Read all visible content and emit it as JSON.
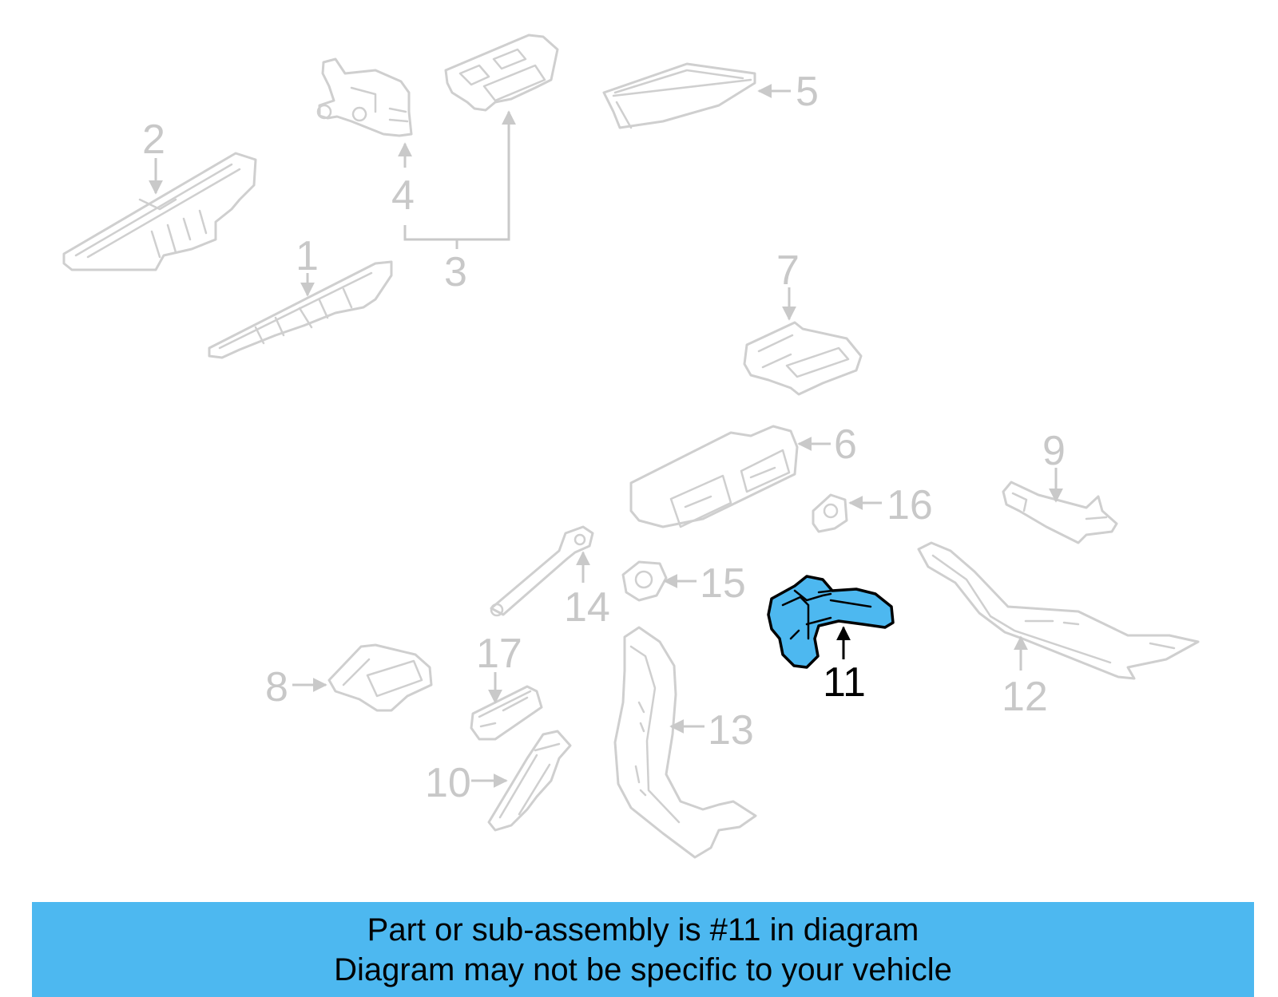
{
  "highlight_color": "#4db8f0",
  "outline_color": "#cfcfcf",
  "highlighted_callout": "11",
  "callouts": {
    "c1": "1",
    "c2": "2",
    "c3": "3",
    "c4": "4",
    "c5": "5",
    "c6": "6",
    "c7": "7",
    "c8": "8",
    "c9": "9",
    "c10": "10",
    "c11": "11",
    "c12": "12",
    "c13": "13",
    "c14": "14",
    "c15": "15",
    "c16": "16",
    "c17": "17"
  },
  "banner": {
    "line1": "Part or sub-assembly is #11 in diagram",
    "line2": "Diagram may not be specific to your vehicle"
  }
}
